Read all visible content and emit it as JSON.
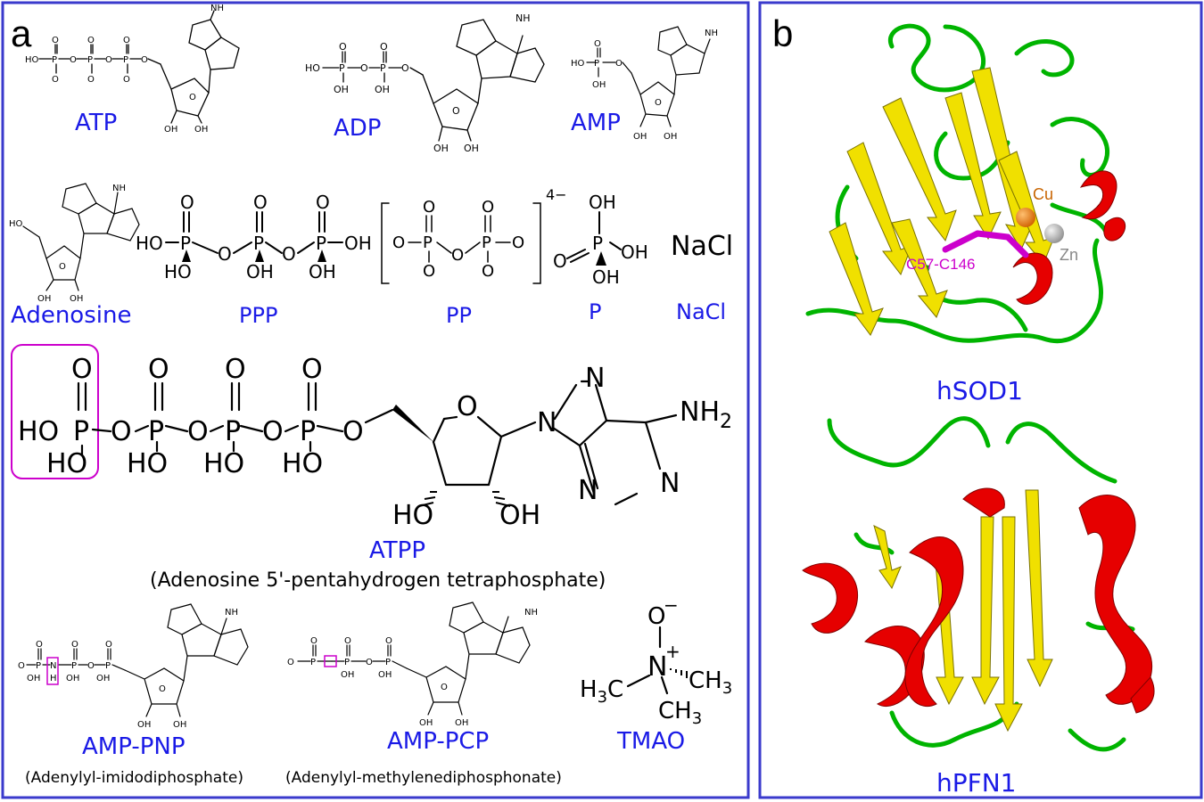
{
  "panel_a": {
    "letter": "a",
    "row1": [
      "ATP",
      "ADP",
      "AMP"
    ],
    "row2": [
      "Adenosine",
      "PPP",
      "PP",
      "P",
      "NaCl"
    ],
    "nacl_formula": "NaCl",
    "pp_charge": "4−",
    "atpp": {
      "name": "ATPP",
      "full_name": "(Adenosine 5'-pentahydrogen tetraphosphate)",
      "atoms": {
        "O": "O",
        "P": "P",
        "HO": "HO",
        "OH": "OH",
        "N": "N",
        "NH2": "NH",
        "sub2": "2"
      }
    },
    "row4": {
      "ampnp": "AMP-PNP",
      "ampnp_full": "(Adenylyl-imidodiphosphate)",
      "ampcp": "AMP-PCP",
      "ampcp_full": "(Adenylyl-methylenediphosphonate)",
      "tmao": "TMAO",
      "tmao_atoms": {
        "O": "O",
        "minus": "−",
        "N": "N",
        "plus": "+",
        "H3C": "H",
        "CH3": "CH",
        "sub3": "3"
      }
    }
  },
  "panel_b": {
    "letter": "b",
    "hsod1": "hSOD1",
    "hpfn1": "hPFN1",
    "annotations": {
      "cu": "Cu",
      "zn": "Zn",
      "disulfide": "C57-C146"
    }
  },
  "colors": {
    "border": "#3a3acc",
    "label_blue": "#1a1ae6",
    "helix_red": "#e60000",
    "strand_yellow": "#f0e000",
    "coil_green": "#00b400",
    "magenta": "#cc00cc",
    "copper": "#e07000",
    "zinc": "#a8a8a8"
  }
}
